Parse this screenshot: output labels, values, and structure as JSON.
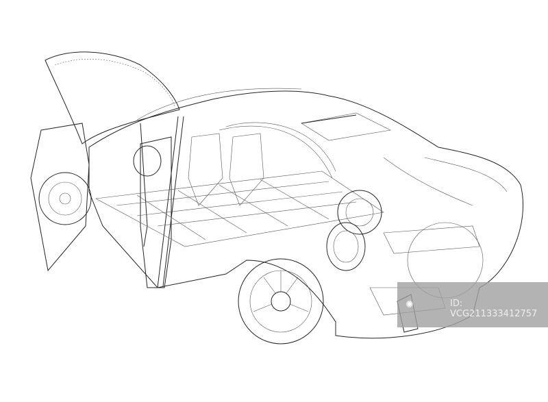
{
  "illustration": {
    "subject": "car-cutaway-wireframe"
  },
  "watermark": {
    "logo_text": "VCG",
    "id_text": "ID: VCG211333412757"
  }
}
